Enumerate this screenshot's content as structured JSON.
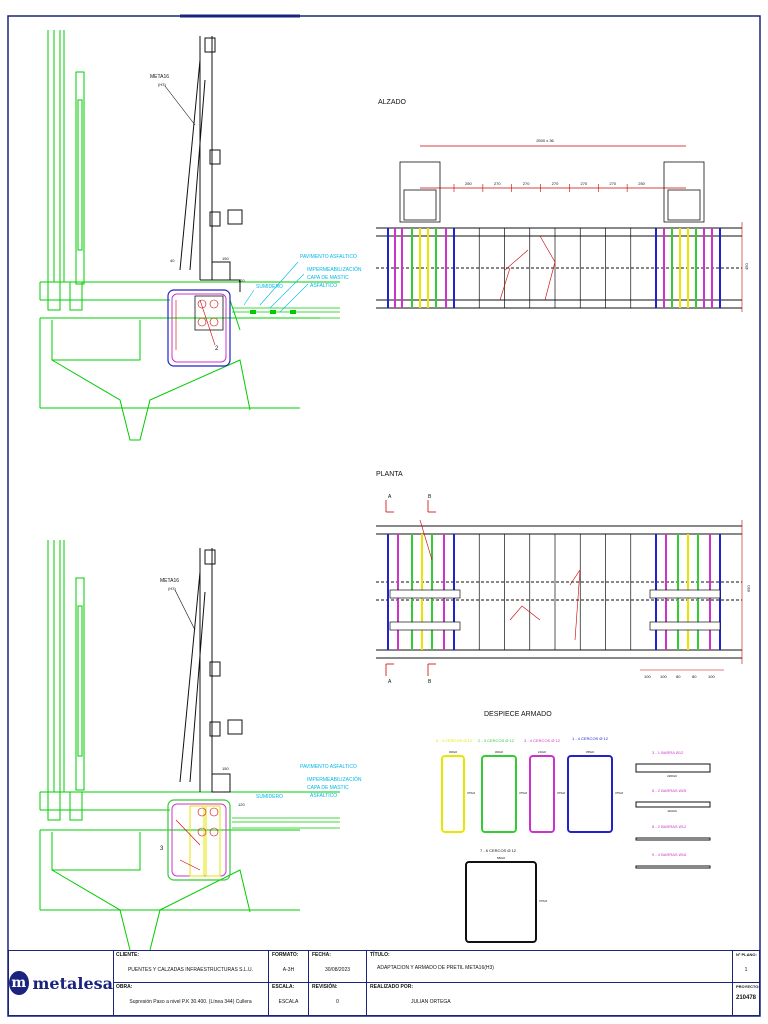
{
  "drawing": {
    "section_labels": {
      "alzado": "ALZADO",
      "planta": "PLANTA",
      "despiece": "DESPIECE ARMADO"
    },
    "section_annotations": {
      "meta_label": "META16",
      "meta_sub": "(H3)",
      "pavimento": "PAVIMENTO ASFALTICO",
      "impermeabilizacion": "IMPERMEABILIZACIÓN",
      "capa_mastic_1": "CAPA DE MASTIC",
      "capa_mastic_2": "ASFALTICO",
      "sumidero": "SUMIDERO",
      "dim_40": "40",
      "dim_150": "150",
      "dim_120": "120"
    },
    "alzado_dims": {
      "total": "2500 x 36",
      "spacings": [
        "250",
        "270",
        "270",
        "270",
        "270",
        "270",
        "250"
      ],
      "height": "450"
    },
    "planta_dims": {
      "height": "650",
      "section_a": "A",
      "section_b": "B",
      "bottom": [
        "100",
        "100",
        "80",
        "80",
        "100"
      ]
    },
    "despiece": [
      {
        "label": "5 - 4 CERCOS Ø 12",
        "color": "#e6e600",
        "top": "300x0",
        "side": "375x0"
      },
      {
        "label": "2 - 3 CERCOS Ø 12",
        "color": "#33cc33",
        "top": "300x0",
        "side": "375x0"
      },
      {
        "label": "3 - 4 CERCOS Ø 12",
        "color": "#cc33cc",
        "top": "210x0",
        "side": "375x0"
      },
      {
        "label": "1 - 4 CERCOS Ø 12",
        "color": "#2222cc",
        "top": "355x0",
        "side": "375x0"
      },
      {
        "label": "7 - 6 CERCOS Ø 12",
        "color": "#111111",
        "top": "580x0",
        "side": "375x0"
      }
    ],
    "barras": [
      {
        "label": "3 - 1 BARRA Ø12",
        "color": "#cc33cc",
        "dim": "2200x0"
      },
      {
        "label": "6 - 2 BARRAS Ø25",
        "color": "#cc33cc",
        "dim": "1100x0"
      },
      {
        "label": "8 - 2 BARRAS Ø12",
        "color": "#cc33cc",
        "dim": ""
      },
      {
        "label": "9 - 4 BARRAS Ø16",
        "color": "#cc33cc",
        "dim": ""
      }
    ]
  },
  "title_block": {
    "logo_text": "metalesa",
    "cliente_label": "CLIENTE:",
    "cliente_value": "PUENTES Y CALZADAS INFRAESTRUCTURAS S.L.U.",
    "obra_label": "OBRA:",
    "obra_value": "Supresión Paso a nivel P.K 30.400. (Línea 344) Cullera",
    "formato_label": "FORMATO:",
    "formato_value": "A-3H",
    "escala_label": "ESCALA:",
    "escala_value": "ESCALA",
    "fecha_label": "FECHA:",
    "fecha_value": "30/08/2023",
    "revision_label": "REVISIÓN:",
    "revision_value": "0",
    "titulo_label": "TÍTULO:",
    "titulo_value": "ADAPTACION Y ARMADO DE PRETIL META16(H3)",
    "realizado_label": "REALIZADO POR:",
    "realizado_value": "JULIAN ORTEGA",
    "plano_label": "Nº PLANO:",
    "plano_value": "1",
    "proyecto_label": "PROYECTO:",
    "proyecto_value": "210478"
  }
}
